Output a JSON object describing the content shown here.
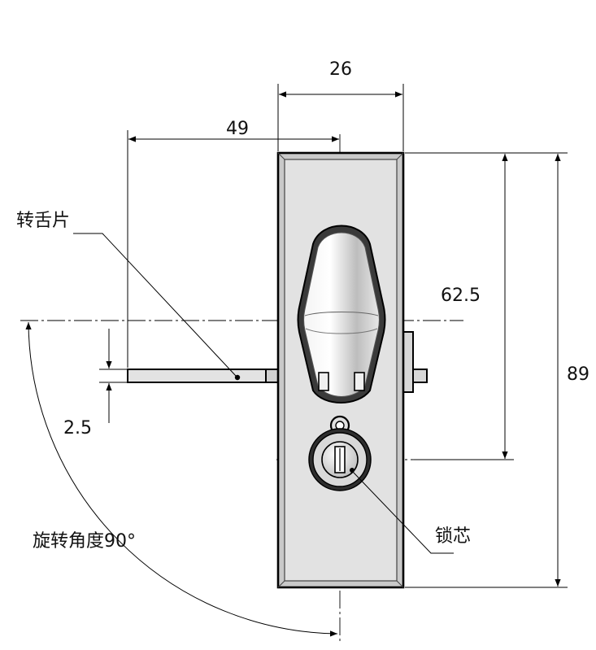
{
  "dimensions": {
    "width_total": "26",
    "latch_reach": "49",
    "height_total": "89",
    "handle_to_cylinder": "62.5",
    "latch_thickness": "2.5"
  },
  "labels": {
    "latch": "转舌片",
    "cylinder": "锁芯",
    "rotation": "旋转角度90°"
  },
  "colors": {
    "plate_fill": "#e0e0e0",
    "line": "#000000"
  }
}
